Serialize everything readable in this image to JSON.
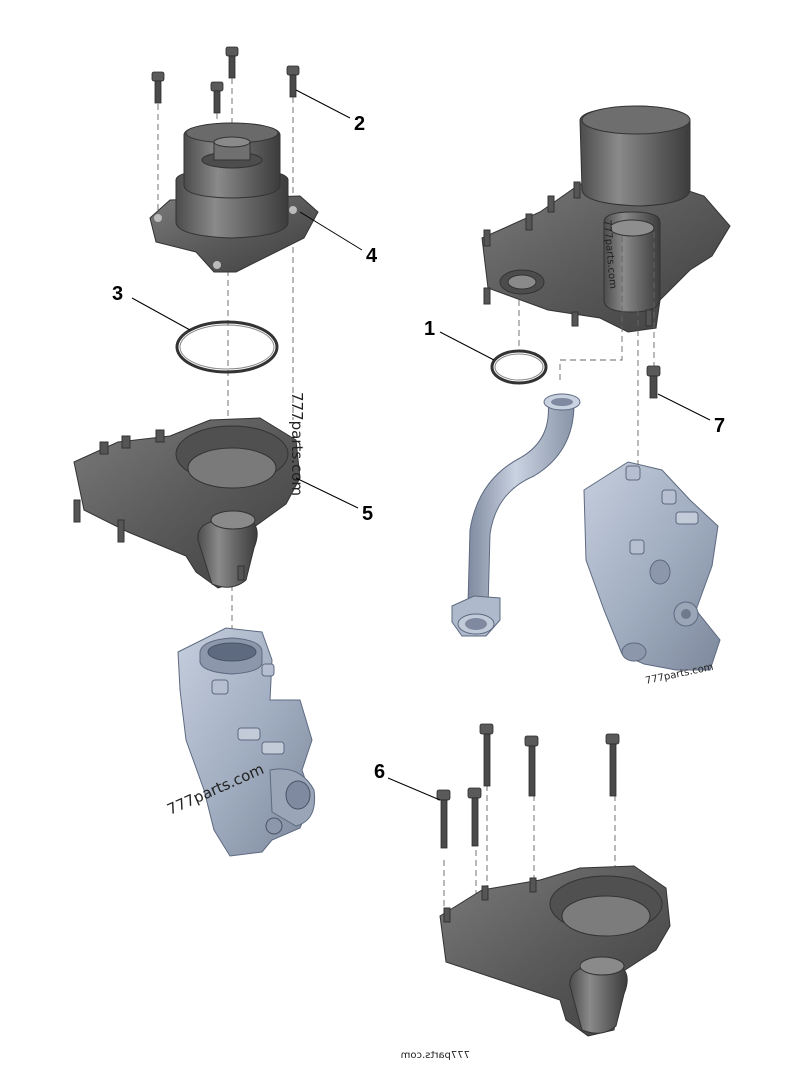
{
  "callouts": [
    {
      "id": "1",
      "label": "1"
    },
    {
      "id": "2",
      "label": "2"
    },
    {
      "id": "3",
      "label": "3"
    },
    {
      "id": "4",
      "label": "4"
    },
    {
      "id": "5",
      "label": "5"
    },
    {
      "id": "6",
      "label": "6"
    },
    {
      "id": "7",
      "label": "7"
    }
  ],
  "watermarks": {
    "housing_left": "777parts.com",
    "thermostat_left": "777parts.com",
    "pump_right": "777parts.com",
    "thermostat_right": "777parts.com",
    "footer": "777parts.com"
  },
  "colors": {
    "cast_dark": "#5b5b5b",
    "cast_mid": "#6d6d6d",
    "cast_light": "#8a8a8a",
    "blue_part": "#a9b4c6",
    "blue_dark": "#7f8ba0",
    "oring": "#333333"
  }
}
